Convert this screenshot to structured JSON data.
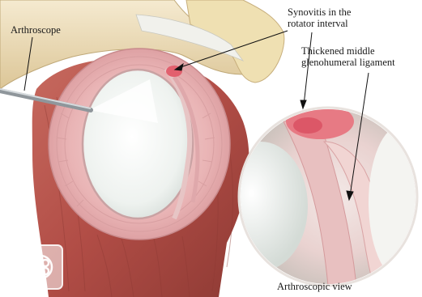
{
  "labels": {
    "arthroscope": "Arthroscope",
    "synovitis": [
      "Synovitis in the",
      "rotator interval"
    ],
    "ligament": [
      "Thickened middle",
      "glenohumeral ligament"
    ],
    "view": "Arthroscopic view"
  },
  "colors": {
    "muscle": "#b5524a",
    "muscle_dark": "#8f3b36",
    "bone": "#efe0b2",
    "capsule": "#eab4b5",
    "cartilage": "#f4f7f4",
    "inflamed": "#e2606e",
    "background": "#ffffff"
  },
  "icons": {
    "badge": "watermark-badge-icon"
  }
}
